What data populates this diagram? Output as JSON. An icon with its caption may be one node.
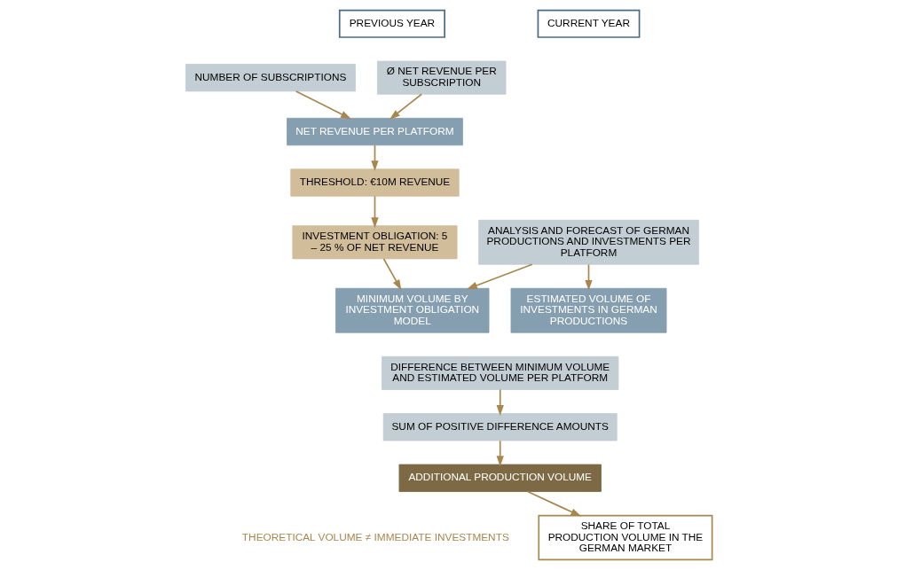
{
  "diagram": {
    "nodes": [
      {
        "text": [
          "PREVIOUS YEAR"
        ]
      },
      {
        "text": [
          "CURRENT YEAR"
        ]
      },
      {
        "text": [
          "NUMBER OF SUBSCRIPTIONS"
        ]
      },
      {
        "text": [
          "Ø NET REVENUE PER SUBSCRIPTION"
        ]
      },
      {
        "text": [
          "NET REVENUE PER PLATFORM"
        ]
      },
      {
        "text": [
          "THRESHOLD: €10M REVENUE"
        ]
      },
      {
        "text": [
          "INVESTMENT OBLIGATION: 5 – 25 % OF NET REVENUE"
        ]
      },
      {
        "text": [
          "ANALYSIS AND FORECAST OF GERMAN PRODUCTIONS AND INVESTMENTS PER PLATFORM"
        ]
      },
      {
        "text": [
          "MINIMUM VOLUME BY INVESTMENT OBLIGATION MODEL"
        ]
      },
      {
        "text": [
          "ESTIMATED VOLUME OF INVESTMENTS IN GERMAN PRODUCTIONS"
        ]
      },
      {
        "text": [
          "DIFFERENCE BETWEEN MINIMUM VOLUME AND ESTIMATED VOLUME PER PLATFORM"
        ]
      },
      {
        "text": [
          "SUM OF POSITIVE DIFFERENCE AMOUNTS"
        ]
      },
      {
        "text": [
          "ADDITIONAL PRODUCTION VOLUME"
        ],
        "beside": [
          "THEORETICAL VOLUME ≠ IMMEDIATE INVESTMENTS"
        ]
      },
      {
        "text": [
          "SHARE OF TOTAL PRODUCTION VOLUME IN THE GERMAN MARKET"
        ]
      }
    ],
    "edges": [
      {
        "from": 2,
        "to": 4,
        "arrow": "to"
      },
      {
        "from": 3,
        "to": 4,
        "arrow": "to"
      },
      {
        "from": 4,
        "to": 5,
        "arrow": "to"
      },
      {
        "from": 5,
        "to": 6,
        "arrow": "to"
      },
      {
        "from": 6,
        "to": 8,
        "arrow": "to"
      },
      {
        "from": 7,
        "to": 8,
        "arrow": "to"
      },
      {
        "from": 7,
        "to": 9,
        "arrow": "to"
      },
      {
        "from": 10,
        "to": 11,
        "arrow": "to"
      },
      {
        "from": 11,
        "to": 12,
        "arrow": "to"
      },
      {
        "from": 12,
        "to": 13,
        "arrow": "to"
      }
    ]
  }
}
